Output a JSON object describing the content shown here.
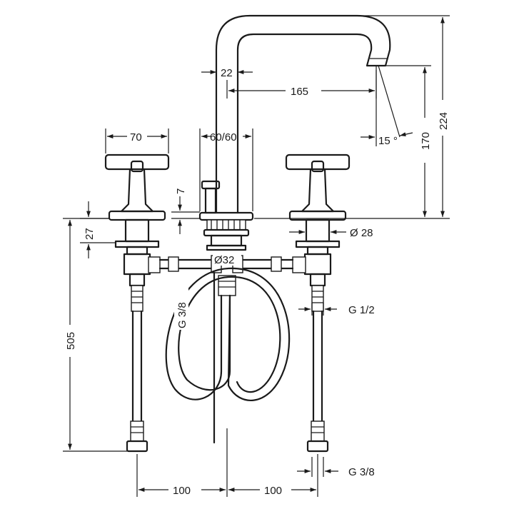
{
  "dimensions": {
    "spout_tube": "22",
    "spout_reach": "165",
    "spout_angle": "15 °",
    "spout_outlet_height": "170",
    "total_height": "224",
    "handle_width": "70",
    "spout_base": "60/60",
    "lever_height": "7",
    "valve_height": "27",
    "valve_diameter": "Ø 28",
    "spout_shank": "Ø32",
    "hose_thread_center": "G 3/8",
    "connection_right": "G 1/2",
    "connection_bottom": "G 3/8",
    "installation_depth": "505",
    "spacing_left": "100",
    "spacing_right": "100"
  }
}
